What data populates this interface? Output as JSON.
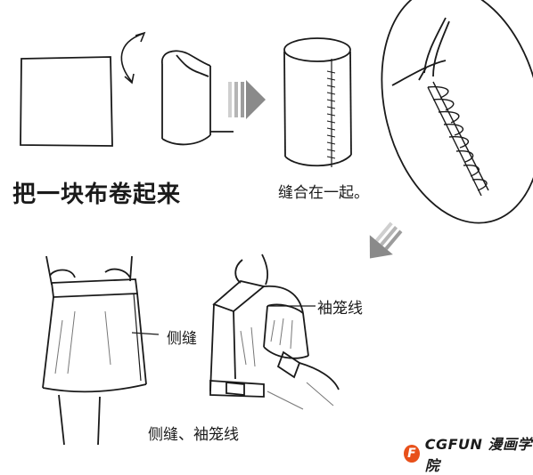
{
  "labels": {
    "roll_cloth": "把一块布卷起来",
    "sew_together": "缝合在一起。",
    "side_seam": "侧缝",
    "sleeve_seam": "袖笼线",
    "caption": "侧缝、袖笼线"
  },
  "watermark": {
    "badge": "F",
    "text": "CGFUN 漫画学院",
    "badge_color": "#e8501a"
  },
  "colors": {
    "ink": "#1a1a1a",
    "arrow_gray": "#8a8a8a",
    "arrow_stripe": "#cfcfcf"
  }
}
